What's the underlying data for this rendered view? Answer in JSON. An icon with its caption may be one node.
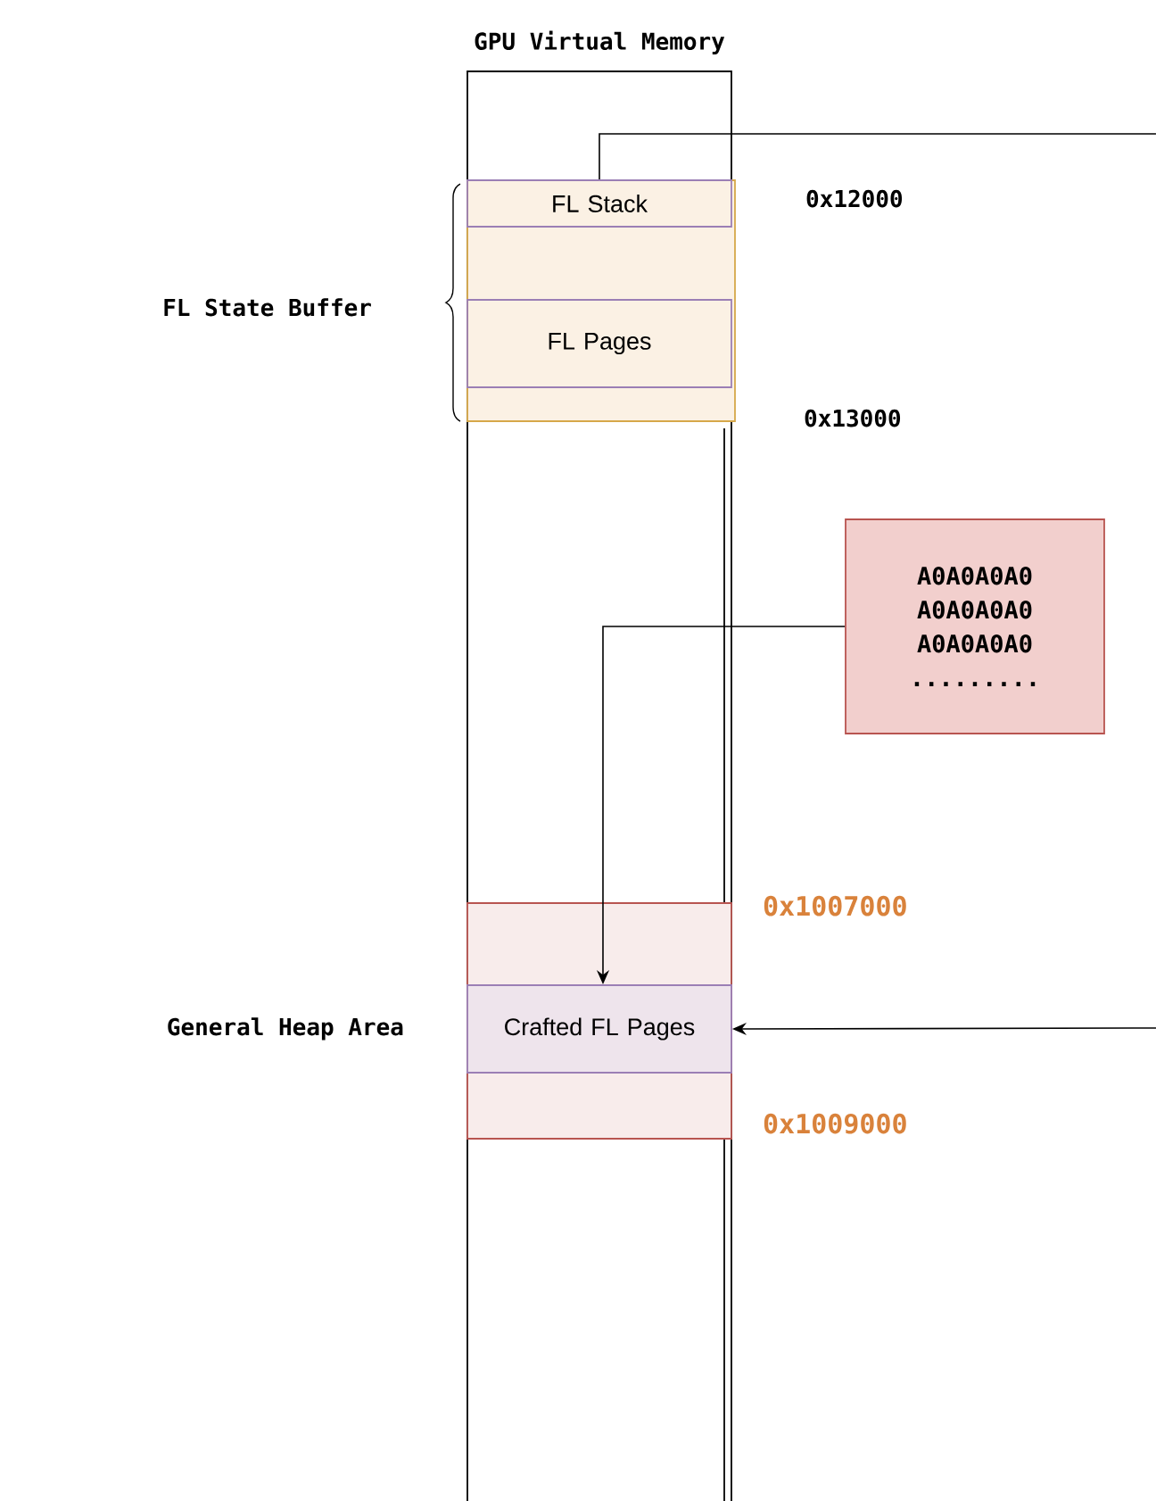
{
  "diagram": {
    "nodes": [
      {
        "text": [
          "GPU Virtual Memory"
        ]
      },
      {
        "text": [],
        "shape": "box",
        "in": 0
      },
      {
        "text": [
          "FL Stack"
        ],
        "in": 1
      },
      {
        "text": [
          "FL Pages"
        ],
        "in": 1
      },
      {
        "text": [],
        "shape": "box",
        "in": 0
      },
      {
        "text": [
          "Crafted FL Pages"
        ],
        "in": 4
      },
      {
        "text": [
          "A0A0A0A0 A0A0A0A0 A0A0A0A0 ........."
        ]
      }
    ],
    "edges": [
      {
        "from": 2,
        "to": null,
        "arrow": "none"
      },
      {
        "from": null,
        "to": 5,
        "arrow": "to"
      },
      {
        "from": 6,
        "to": 5,
        "arrow": "to"
      }
    ],
    "labels": [
      "0x12000",
      "FL State Buffer",
      "0x13000",
      "0x1007000",
      "General Heap Area",
      "0x1009000"
    ]
  }
}
